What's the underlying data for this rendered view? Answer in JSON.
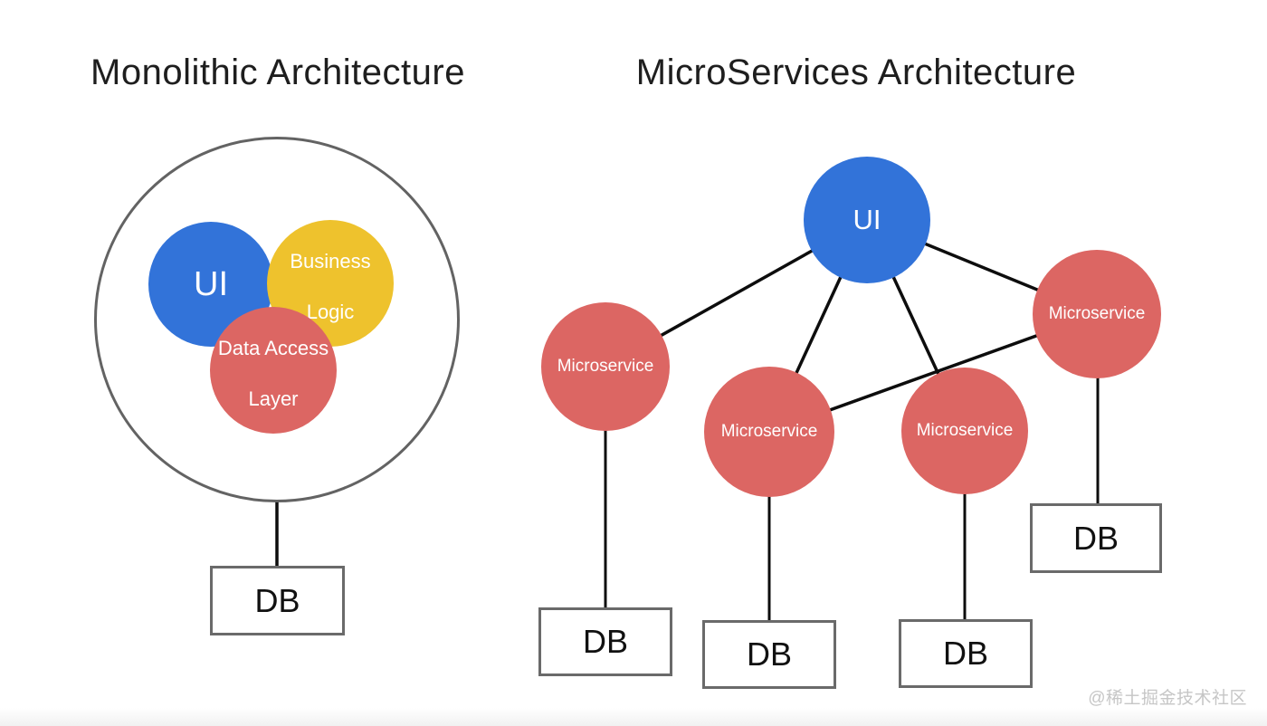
{
  "monolithic": {
    "title": "Monolithic Architecture",
    "components": {
      "ui": "UI",
      "business": [
        "Business",
        "Logic"
      ],
      "data_access": [
        "Data Access",
        "Layer"
      ]
    },
    "db": "DB"
  },
  "microservices": {
    "title": "MicroServices Architecture",
    "ui": "UI",
    "services": [
      {
        "label": "Microservice",
        "db": "DB"
      },
      {
        "label": "Microservice",
        "db": "DB"
      },
      {
        "label": "Microservice",
        "db": "DB"
      },
      {
        "label": "Microservice",
        "db": "DB"
      }
    ]
  },
  "watermark": "@稀土掘金技术社区",
  "colors": {
    "ui_blue": "#3273D9",
    "business_yellow": "#EEC22D",
    "service_red": "#DC6663",
    "outline_gray": "#636363",
    "box_border_gray": "#6A6A6A",
    "connector_black": "#0D0D0D"
  }
}
